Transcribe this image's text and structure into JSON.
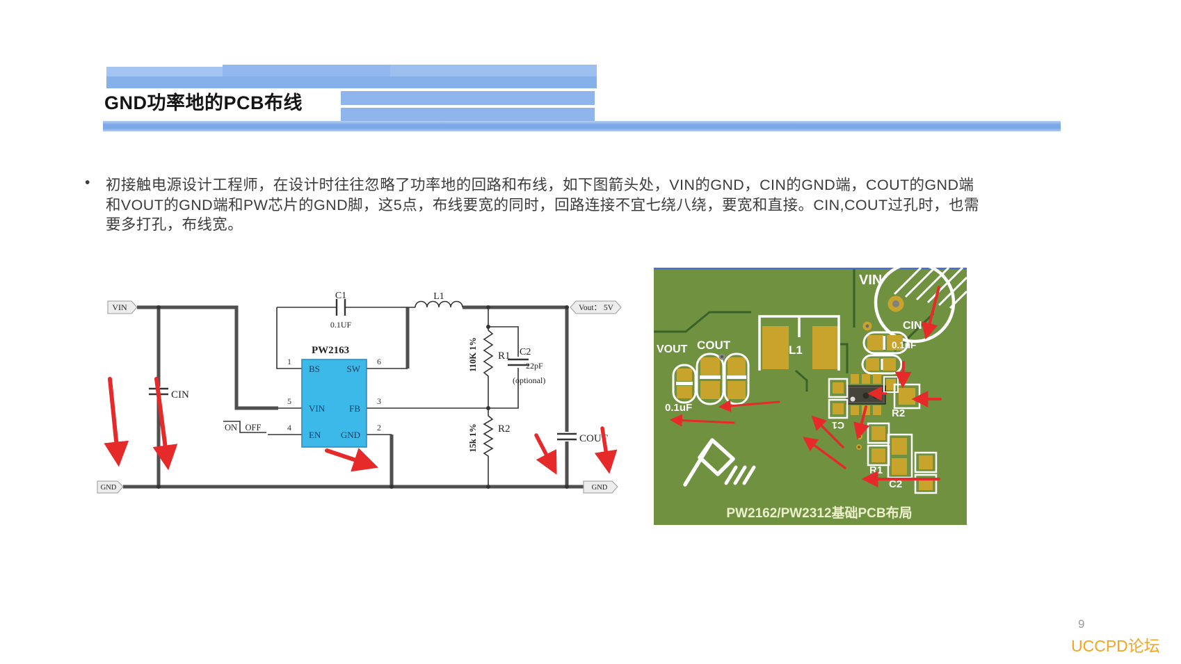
{
  "slide": {
    "page_number": "9",
    "watermark_text": "UCCPD论坛",
    "background": "#ffffff",
    "accent_color": "#7da8e8"
  },
  "header": {
    "title": "GND功率地的PCB布线"
  },
  "body_text": {
    "bullet": "•",
    "line1": "初接触电源设计工程师，在设计时往往忽略了功率地的回路和布线，如下图箭头处，VIN的GND，CIN的GND端，COUT的GND端",
    "line2": "和VOUT的GND端和PW芯片的GND脚，这5点，布线要宽的同时，回路连接不宜七绕八绕，要宽和直接。CIN,COUT过孔时，也需",
    "line3": "要多打孔，布线宽。"
  },
  "schematic": {
    "vin_label": "VIN",
    "vout_label": "Vout： 5V",
    "gnd_left_label": "GND",
    "gnd_right_label": "GND",
    "chip": {
      "title": "PW2163",
      "fill": "#3cb9e9",
      "pins": {
        "p1": {
          "num": "1",
          "name": "BS"
        },
        "p5": {
          "num": "5",
          "name": "VIN"
        },
        "p4": {
          "num": "4",
          "name": "EN"
        },
        "p6": {
          "num": "6",
          "name": "SW"
        },
        "p3": {
          "num": "3",
          "name": "FB"
        },
        "p2": {
          "num": "2",
          "name": "GND"
        }
      }
    },
    "c1": {
      "ref": "C1",
      "value": "0.1UF"
    },
    "cin_ref": "CIN",
    "l1_ref": "L1",
    "r1": {
      "ref": "R1",
      "value": "110K 1%"
    },
    "r2": {
      "ref": "R2",
      "value": "15k 1%"
    },
    "c2": {
      "ref": "C2",
      "value": "22pF",
      "note": "(optional)"
    },
    "cout_ref": "COUT",
    "enable": {
      "on": "ON",
      "off": "OFF"
    }
  },
  "pcb": {
    "board_color": "#6f9140",
    "silk": {
      "vin": "VIN",
      "vout": "VOUT",
      "cout": "COUT",
      "cout_value": "0.1uF",
      "cin": "CIN",
      "cin_value": "0.1uF",
      "l1": "L1",
      "c1": "C1",
      "r1": "R1",
      "r2": "R2",
      "c2": "C2"
    },
    "caption": "PW2162/PW2312基础PCB布局"
  }
}
